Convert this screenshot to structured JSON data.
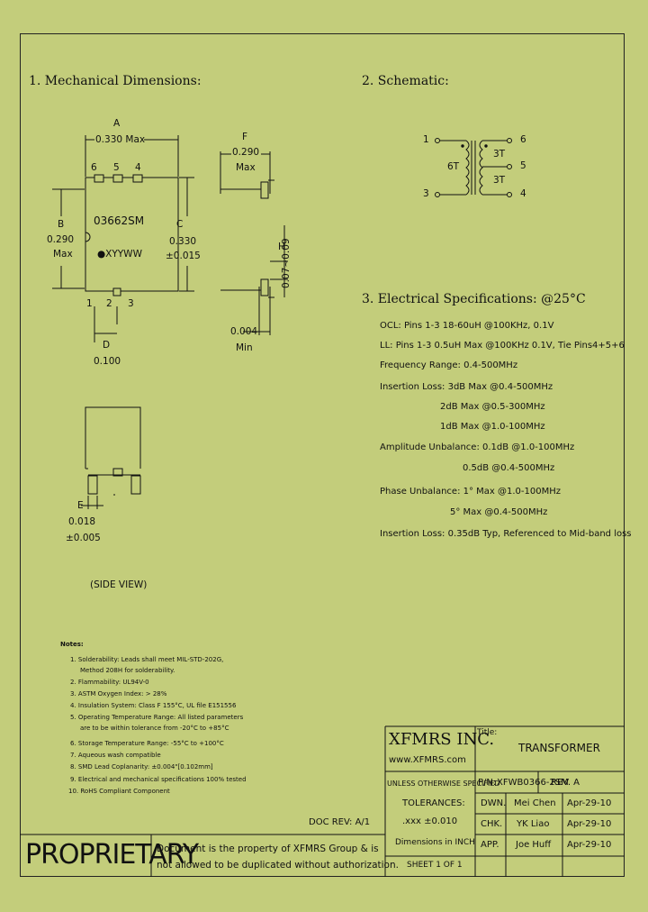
{
  "sections": {
    "mechanical": "1. Mechanical Dimensions:",
    "schematic": "2. Schematic:",
    "electrical": "3. Electrical Specifications: @25°C"
  },
  "mechanical": {
    "dim_a_label": "A",
    "dim_a_value": "0.330 Max",
    "pins_top": [
      "6",
      "5",
      "4"
    ],
    "pins_bottom": [
      "1",
      "2",
      "3"
    ],
    "part_number": "03662SM",
    "date_code": "●XYYWW",
    "dim_b_label": "B",
    "dim_b_value": "0.290",
    "dim_b_max": "Max",
    "dim_c_label": "C",
    "dim_c_value": "0.330",
    "dim_c_tol": "±0.015",
    "dim_d_label": "D",
    "dim_d_value": "0.100",
    "dim_f_label": "F",
    "dim_f_value": "0.290",
    "dim_f_max": "Max",
    "dim_h_label": "H",
    "dim_h_value": "0.07~0.09",
    "dim_lead_value": "0.004",
    "dim_lead_min": "Min",
    "dim_e_label": "E",
    "dim_e_value": "0.018",
    "dim_e_tol": "±0.005",
    "side_view": "(SIDE VIEW)"
  },
  "schematic": {
    "pins_left": [
      "1",
      "3"
    ],
    "pins_right": [
      "6",
      "5",
      "4"
    ],
    "turns_primary": "6T",
    "turns_secondary": [
      "3T",
      "3T"
    ]
  },
  "electrical": [
    "OCL: Pins 1-3 18-60uH @100KHz, 0.1V",
    "LL: Pins 1-3 0.5uH Max @100KHz 0.1V, Tie Pins4+5+6",
    "Frequency Range: 0.4-500MHz",
    "Insertion Loss: 3dB Max @0.4-500MHz",
    "2dB Max @0.5-300MHz",
    "1dB Max @1.0-100MHz",
    "Amplitude Unbalance: 0.1dB @1.0-100MHz",
    "0.5dB @0.4-500MHz",
    "Phase Unbalance: 1° Max @1.0-100MHz",
    "5° Max @0.4-500MHz",
    "Insertion Loss: 0.35dB Typ, Referenced to Mid-band loss"
  ],
  "notes": {
    "title": "Notes:",
    "items": [
      "1. Solderability: Leads shall meet MIL-STD-202G,",
      "Method 208H for solderability.",
      "2. Flammability: UL94V-0",
      "3. ASTM Oxygen Index: > 28%",
      "4. Insulation System: Class F 155°C, UL file E151556",
      "5. Operating Temperature Range: All listed parameters",
      "are to be within tolerance from -20°C to +85°C",
      "6. Storage Temperature Range: -55°C to +100°C",
      "7. Aqueous wash compatible",
      "8. SMD Lead Coplanarity: ±0.004\"[0.102mm]",
      "9. Electrical and mechanical specifications 100% tested",
      "10. RoHS Compliant Component"
    ]
  },
  "title_block": {
    "company": "XFMRS INC.",
    "website": "www.XFMRS.com",
    "title_label": "Title:",
    "title": "TRANSFORMER",
    "unless": "UNLESS OTHERWISE SPECIFIED",
    "tolerances": "TOLERANCES:",
    "tol_value": ".xxx ±0.010",
    "dimensions": "Dimensions in INCH",
    "sheet": "SHEET 1 OF 1",
    "pn_label": "P/N:",
    "pn": "XFWB0366-2SM",
    "rev": "REV. A",
    "rows": [
      {
        "role": "DWN.",
        "name": "Mei Chen",
        "date": "Apr-29-10"
      },
      {
        "role": "CHK.",
        "name": "YK Liao",
        "date": "Apr-29-10"
      },
      {
        "role": "APP.",
        "name": "Joe Huff",
        "date": "Apr-29-10"
      }
    ],
    "doc_rev": "DOC REV: A/1",
    "proprietary": "PROPRIETARY",
    "prop_text_1": "Document is the property of XFMRS Group & is",
    "prop_text_2": "not allowed to be duplicated without authorization."
  }
}
